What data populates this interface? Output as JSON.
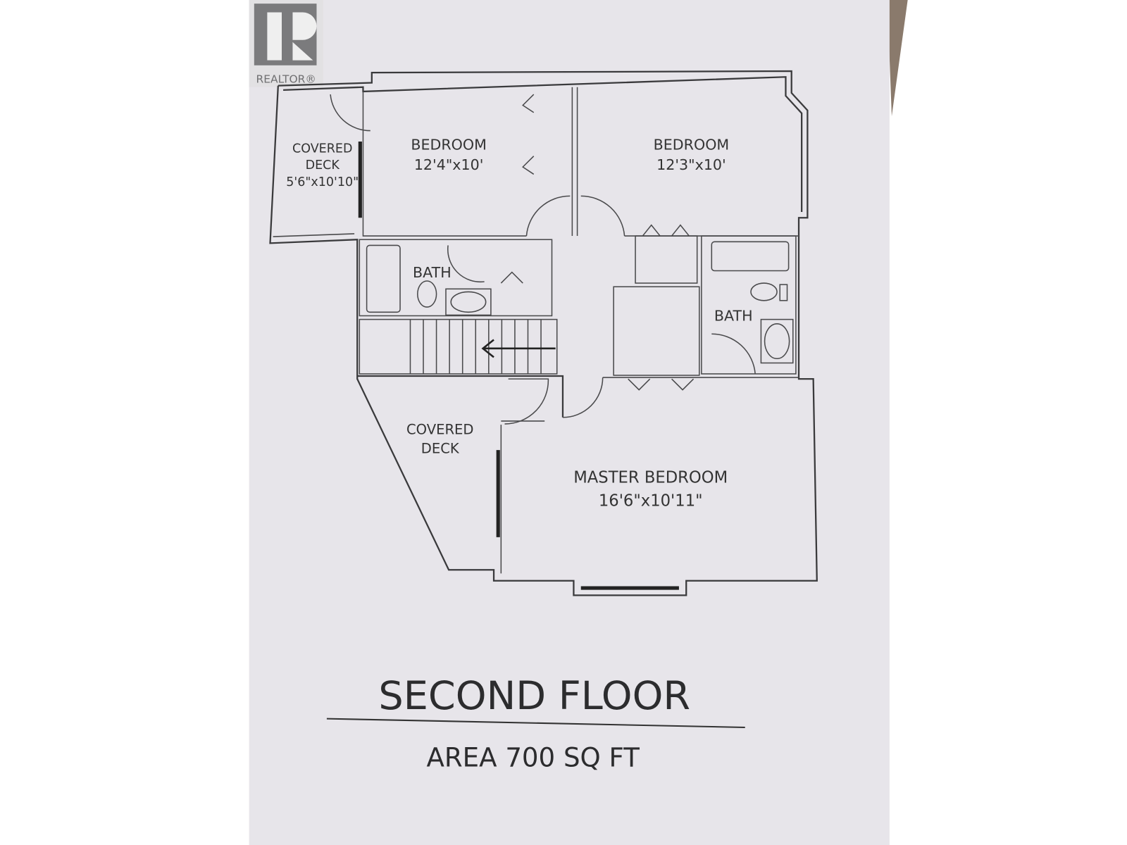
{
  "logo": {
    "text": "REALTOR®"
  },
  "rooms": {
    "deck_upper": {
      "line1": "COVERED",
      "line2": "DECK",
      "size": "5'6\"x10'10\""
    },
    "bedroom_1": {
      "name": "BEDROOM",
      "size": "12'4\"x10'"
    },
    "bedroom_2": {
      "name": "BEDROOM",
      "size": "12'3\"x10'"
    },
    "bath_1": {
      "name": "BATH"
    },
    "bath_2": {
      "name": "BATH"
    },
    "deck_lower": {
      "line1": "COVERED",
      "line2": "DECK"
    },
    "master": {
      "name": "MASTER BEDROOM",
      "size": "16'6\"x10'11\""
    }
  },
  "footer": {
    "title": "SECOND FLOOR",
    "area": "AREA 700 SQ FT"
  },
  "colors": {
    "paper": "#e7e5ea",
    "logo": "#7b7b7d",
    "ink": "#333333"
  }
}
